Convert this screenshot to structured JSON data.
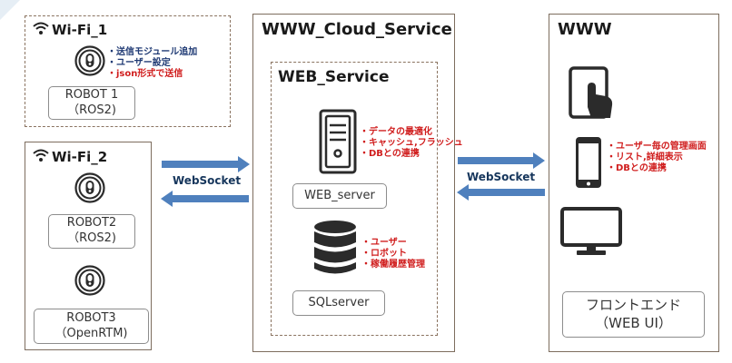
{
  "colors": {
    "arrow": "#4f80bd",
    "border": "#7d6d5e",
    "note_blue": "#1f3a74",
    "note_red": "#d01e1e",
    "icon": "#2b2b2b"
  },
  "wifi1": {
    "title": "Wi-Fi_1",
    "robot_label": [
      "ROBOT 1",
      "（ROS2)"
    ],
    "notes": [
      {
        "text": "・送信モジュール追加",
        "color": "blue"
      },
      {
        "text": "・ユーザー設定",
        "color": "blue"
      },
      {
        "text": "・json形式で送信",
        "color": "red"
      }
    ]
  },
  "wifi2": {
    "title": "Wi-Fi_2",
    "robot2_label": [
      "ROBOT2",
      "（ROS2)"
    ],
    "robot3_label": [
      "ROBOT3",
      "（OpenRTM)"
    ]
  },
  "cloud": {
    "title": "WWW_Cloud_Service",
    "web_service": {
      "title": "WEB_Service",
      "web_server_label": "WEB_server",
      "web_server_notes": [
        "・データの最適化",
        "・キャッシュ,フラッシュ",
        "・DBとの連携"
      ],
      "sql_label": "SQLserver",
      "sql_notes": [
        "・ユーザー",
        "・ロボット",
        "・稼働履歴管理"
      ]
    }
  },
  "www": {
    "title": "WWW",
    "phone_notes": [
      "・ユーザー毎の管理画面",
      "・リスト,詳細表示",
      "・DBとの連携"
    ],
    "frontend_label": [
      "フロントエンド",
      "（WEB UI）"
    ]
  },
  "arrows": {
    "left_label": "WebSocket",
    "right_label": "WebSocket"
  }
}
